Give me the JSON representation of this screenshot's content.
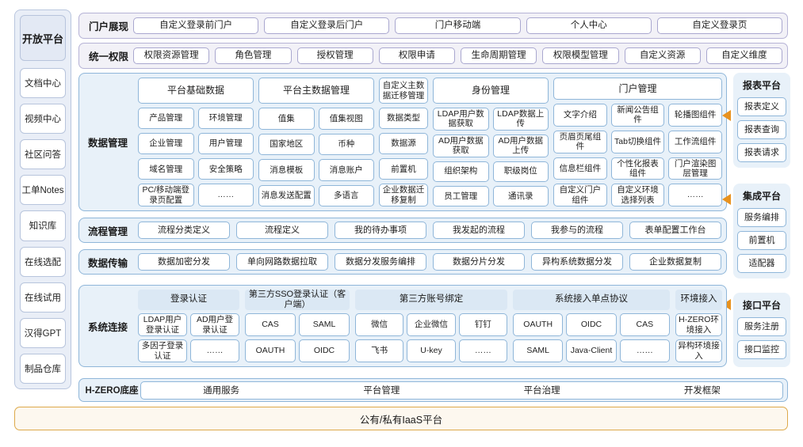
{
  "left_rail": {
    "title": "开放平台",
    "items": [
      "文档中心",
      "视频中心",
      "社区问答",
      "工单Notes",
      "知识库",
      "在线选配",
      "在线试用",
      "汉得GPT",
      "制品仓库"
    ]
  },
  "top_bars": [
    {
      "label": "门户展现",
      "items": [
        "自定义登录前门户",
        "自定义登录后门户",
        "门户移动端",
        "个人中心",
        "自定义登录页"
      ]
    },
    {
      "label": "统一权限",
      "items": [
        "权限资源管理",
        "角色管理",
        "授权管理",
        "权限申请",
        "生命周期管理",
        "权限模型管理",
        "自定义资源",
        "自定义维度"
      ]
    }
  ],
  "data_management": {
    "label": "数据管理",
    "columns": [
      {
        "head": "平台基础数据",
        "rows": [
          [
            "产品管理",
            "环境管理"
          ],
          [
            "企业管理",
            "用户管理"
          ],
          [
            "域名管理",
            "安全策略"
          ],
          [
            "PC/移动端登录页配置",
            "……"
          ]
        ]
      },
      {
        "head": "平台主数据管理",
        "rows": [
          [
            "值集",
            "值集视图"
          ],
          [
            "国家地区",
            "币种"
          ],
          [
            "消息模板",
            "消息账户"
          ],
          [
            "消息发送配置",
            "多语言"
          ]
        ]
      },
      {
        "head": "自定义主数据迁移管理",
        "rows": [
          [
            "数据类型"
          ],
          [
            "数据源"
          ],
          [
            "前置机"
          ],
          [
            "企业数据迁移复制"
          ]
        ]
      },
      {
        "head": "身份管理",
        "rows": [
          [
            "LDAP用户数据获取",
            "LDAP数据上传"
          ],
          [
            "AD用户数据获取",
            "AD用户数据上传"
          ],
          [
            "组织架构",
            "职级岗位"
          ],
          [
            "员工管理",
            "通讯录"
          ]
        ]
      },
      {
        "head": "门户管理",
        "rows": [
          [
            "文字介绍",
            "新闻公告组件",
            "轮播图组件"
          ],
          [
            "页眉页尾组件",
            "Tab切换组件",
            "工作流组件"
          ],
          [
            "信息栏组件",
            "个性化报表组件",
            "门户渲染图层管理"
          ],
          [
            "自定义门户组件",
            "自定义环境选择列表",
            "……"
          ]
        ]
      }
    ]
  },
  "platforms": [
    {
      "title": "报表平台",
      "items": [
        "报表定义",
        "报表查询",
        "报表请求"
      ]
    },
    {
      "title": "集成平台",
      "items": [
        "服务编排",
        "前置机",
        "适配器"
      ]
    },
    {
      "title": "接口平台",
      "items": [
        "服务注册",
        "接口监控"
      ]
    }
  ],
  "flow_row": {
    "label": "流程管理",
    "items": [
      "流程分类定义",
      "流程定义",
      "我的待办事项",
      "我发起的流程",
      "我参与的流程",
      "表单配置工作台"
    ]
  },
  "transfer_row": {
    "label": "数据传输",
    "items": [
      "数据加密分发",
      "单向网路数据拉取",
      "数据分发服务编排",
      "数据分片分发",
      "异构系统数据分发",
      "企业数据复制"
    ]
  },
  "system_connection": {
    "label": "系统连接",
    "groups": [
      {
        "head": "登录认证",
        "rows": [
          [
            "LDAP用户登录认证",
            "AD用户登录认证"
          ],
          [
            "多因子登录认证",
            "……"
          ]
        ]
      },
      {
        "head": "第三方SSO登录认证（客户端）",
        "rows": [
          [
            "CAS",
            "SAML"
          ],
          [
            "OAUTH",
            "OIDC"
          ]
        ]
      },
      {
        "head": "第三方账号绑定",
        "rows": [
          [
            "微信",
            "企业微信",
            "钉钉"
          ],
          [
            "飞书",
            "U-key",
            "……"
          ]
        ]
      },
      {
        "head": "系统接入单点协议",
        "rows": [
          [
            "OAUTH",
            "OIDC",
            "CAS"
          ],
          [
            "SAML",
            "Java-Client",
            "……"
          ]
        ]
      },
      {
        "head": "环境接入",
        "rows": [
          [
            "H-ZERO环境接入"
          ],
          [
            "异构环境接入"
          ]
        ]
      }
    ]
  },
  "base_row": {
    "label": "H-ZERO底座",
    "items": [
      "通用服务",
      "平台管理",
      "平台治理",
      "开发框架"
    ]
  },
  "iaas_row": {
    "label": "公有/私有IaaS平台"
  },
  "colors": {
    "board_bg": "#e8f1f9",
    "board_border": "#8fb6d9",
    "topbar_bg": "#f2f1f7",
    "topbar_border": "#b6b3d6",
    "rail_bg": "#e9eef7",
    "arrow": "#e8921f",
    "iaas_border": "#dda94a"
  }
}
